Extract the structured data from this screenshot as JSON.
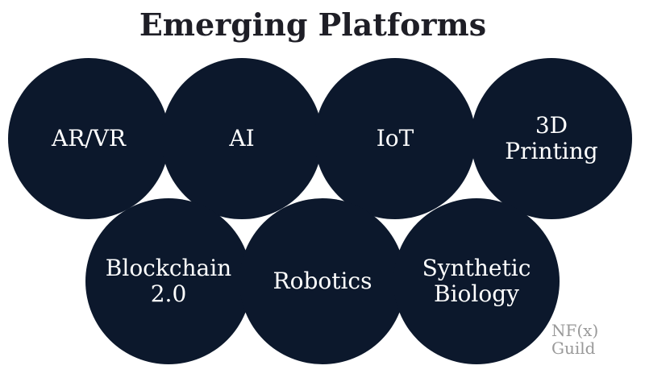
{
  "title": "Emerging Platforms",
  "platforms": {
    "top_row": [
      {
        "label": "AR/VR"
      },
      {
        "label": "AI"
      },
      {
        "label": "IoT"
      },
      {
        "label": "3D\nPrinting"
      }
    ],
    "bottom_row": [
      {
        "label": "Blockchain\n2.0"
      },
      {
        "label": "Robotics"
      },
      {
        "label": "Synthetic\nBiology"
      }
    ]
  },
  "watermark": {
    "text": "NF(x)\nGuild"
  },
  "colors": {
    "background": "#ffffff",
    "circle_fill": "#0c182c",
    "title_text": "#1e1e26",
    "circle_label_text": "#ffffff",
    "watermark_text": "#999999"
  }
}
